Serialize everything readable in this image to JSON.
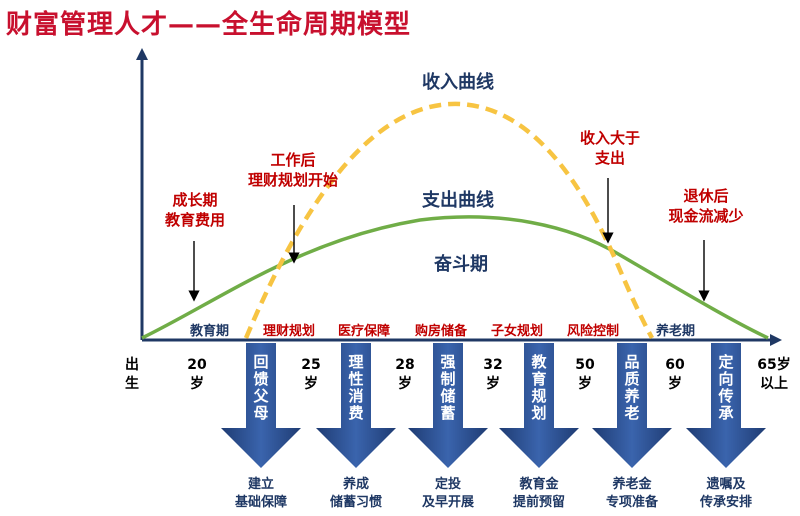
{
  "title": "财富管理人才——全生命周期模型",
  "curves": {
    "income_label": "收入曲线",
    "expense_label": "支出曲线",
    "struggle_label": "奋斗期"
  },
  "annotations": {
    "growth": [
      "成长期",
      "教育费用"
    ],
    "work": [
      "工作后",
      "理财规划开始"
    ],
    "income_gt": [
      "收入大于",
      "支出"
    ],
    "retire": [
      "退休后",
      "现金流减少"
    ]
  },
  "phases": {
    "education": "教育期",
    "finance_plan": "理财规划",
    "medical": "医疗保障",
    "housing": "购房储备",
    "children": "子女规划",
    "risk": "风险控制",
    "retirement": "养老期"
  },
  "ages": {
    "birth": [
      "出",
      "生"
    ],
    "a20": [
      "20",
      "岁"
    ],
    "a25": [
      "25",
      "岁"
    ],
    "a28": [
      "28",
      "岁"
    ],
    "a32": [
      "32",
      "岁"
    ],
    "a50": [
      "50",
      "岁"
    ],
    "a60": [
      "60",
      "岁"
    ],
    "a65": [
      "65岁",
      "以上"
    ]
  },
  "arrows": {
    "a1": [
      "回",
      "馈",
      "父",
      "母"
    ],
    "a2": [
      "理",
      "性",
      "消",
      "费"
    ],
    "a3": [
      "强",
      "制",
      "储",
      "蓄"
    ],
    "a4": [
      "教",
      "育",
      "规",
      "划"
    ],
    "a5": [
      "品",
      "质",
      "养",
      "老"
    ],
    "a6": [
      "定",
      "向",
      "传",
      "承"
    ]
  },
  "bottom": {
    "b1": [
      "建立",
      "基础保障"
    ],
    "b2": [
      "养成",
      "储蓄习惯"
    ],
    "b3": [
      "定投",
      "及早开展"
    ],
    "b4": [
      "教育金",
      "提前预留"
    ],
    "b5": [
      "养老金",
      "专项准备"
    ],
    "b6": [
      "遗嘱及",
      "传承安排"
    ]
  },
  "colors": {
    "title": "#c8102e",
    "axis": "#1f3864",
    "income_curve": "#f7c442",
    "expense_curve": "#70ad47",
    "arrow_fill": "#2e5597",
    "annotation": "#c00000"
  }
}
